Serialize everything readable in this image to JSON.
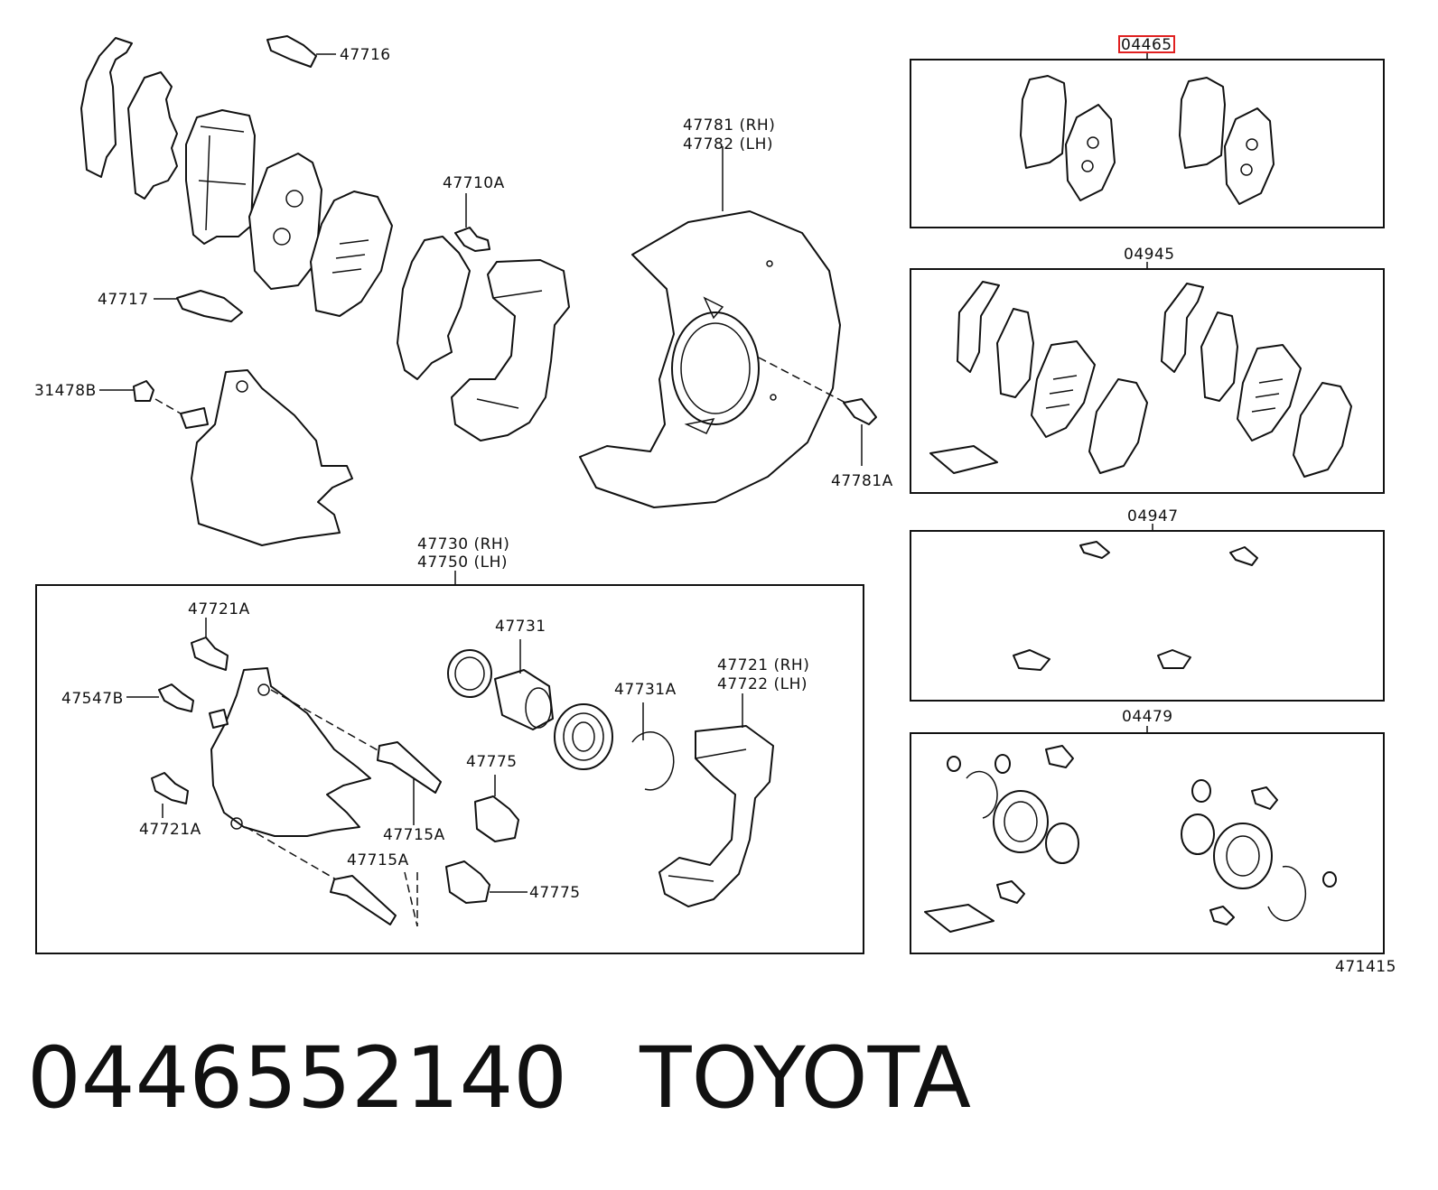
{
  "labels": {
    "p47716": "47716",
    "p47717": "47717",
    "p31478b": "31478B",
    "p47710a": "47710A",
    "p47781_rh": "47781 (RH)",
    "p47782_lh": "47782 (LH)",
    "p47781a": "47781A",
    "p47730_rh": "47730 (RH)",
    "p47750_lh": "47750 (LH)",
    "p47721a_top": "47721A",
    "p47547b": "47547B",
    "p47721a_bottom": "47721A",
    "p47731": "47731",
    "p47731a": "47731A",
    "p47721_rh": "47721 (RH)",
    "p47722_lh": "47722 (LH)",
    "p47775_mid": "47775",
    "p47775_low": "47775",
    "p47715a_mid": "47715A",
    "p47715a_low": "47715A",
    "kit_04465": "04465",
    "kit_04945": "04945",
    "kit_04947": "04947",
    "kit_04479": "04479",
    "diagram_id": "471415"
  },
  "highlight_color": "#e02020",
  "footer": {
    "part_number": "0446552140",
    "brand": "TOYOTA"
  }
}
